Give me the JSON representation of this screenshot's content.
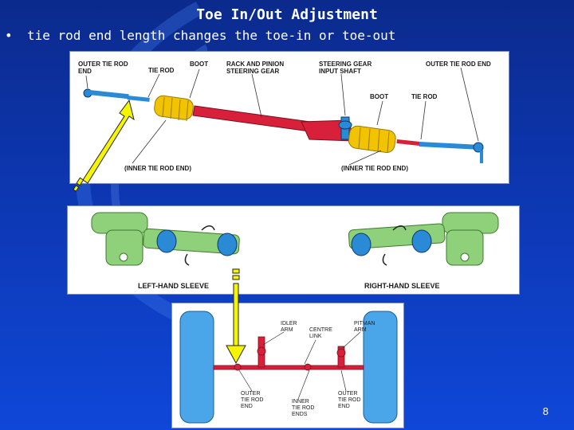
{
  "slide": {
    "title": "Toe In/Out Adjustment",
    "bullet": "•",
    "subtitle": "tie rod end length changes the toe-in or toe-out",
    "page_number": "8"
  },
  "panel1": {
    "labels": {
      "outer_tie_rod_end_left": "OUTER TIE ROD\nEND",
      "tie_rod_left": "TIE ROD",
      "boot_left": "BOOT",
      "rack_pinion": "RACK AND PINION\nSTEERING GEAR",
      "input_shaft": "STEERING GEAR\nINPUT SHAFT",
      "outer_tie_rod_end_right": "OUTER TIE ROD END",
      "boot_right": "BOOT",
      "tie_rod_right": "TIE ROD",
      "inner_left": "(INNER TIE ROD END)",
      "inner_right": "(INNER TIE ROD END)"
    }
  },
  "panel2": {
    "labels": {
      "left_sleeve": "LEFT-HAND SLEEVE",
      "right_sleeve": "RIGHT-HAND SLEEVE"
    }
  },
  "panel3": {
    "labels": {
      "idler_arm": "IDLER\nARM",
      "centre_link": "CENTRE\nLINK",
      "pitman_arm": "PITMAN\nARM",
      "outer_left": "OUTER\nTIE ROD\nEND",
      "inner_ends": "INNER\nTIE ROD\nENDS",
      "outer_right": "OUTER\nTIE ROD\nEND"
    }
  },
  "colors": {
    "rack_red": "#d9203a",
    "boot_yellow": "#f2c300",
    "rod_blue": "#2a8ad6",
    "sleeve_green": "#8fd07a",
    "wheel_blue": "#4aa6e8",
    "arrow_yellow": "#f5f500"
  }
}
